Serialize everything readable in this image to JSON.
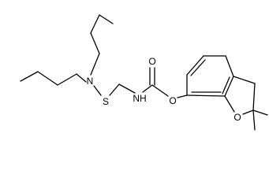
{
  "molecule": {
    "atoms": {
      "n_amine": "N",
      "s": "S",
      "nh": "NH",
      "o_carbonyl": "O",
      "o_ester": "O",
      "o_ring": "O"
    }
  }
}
